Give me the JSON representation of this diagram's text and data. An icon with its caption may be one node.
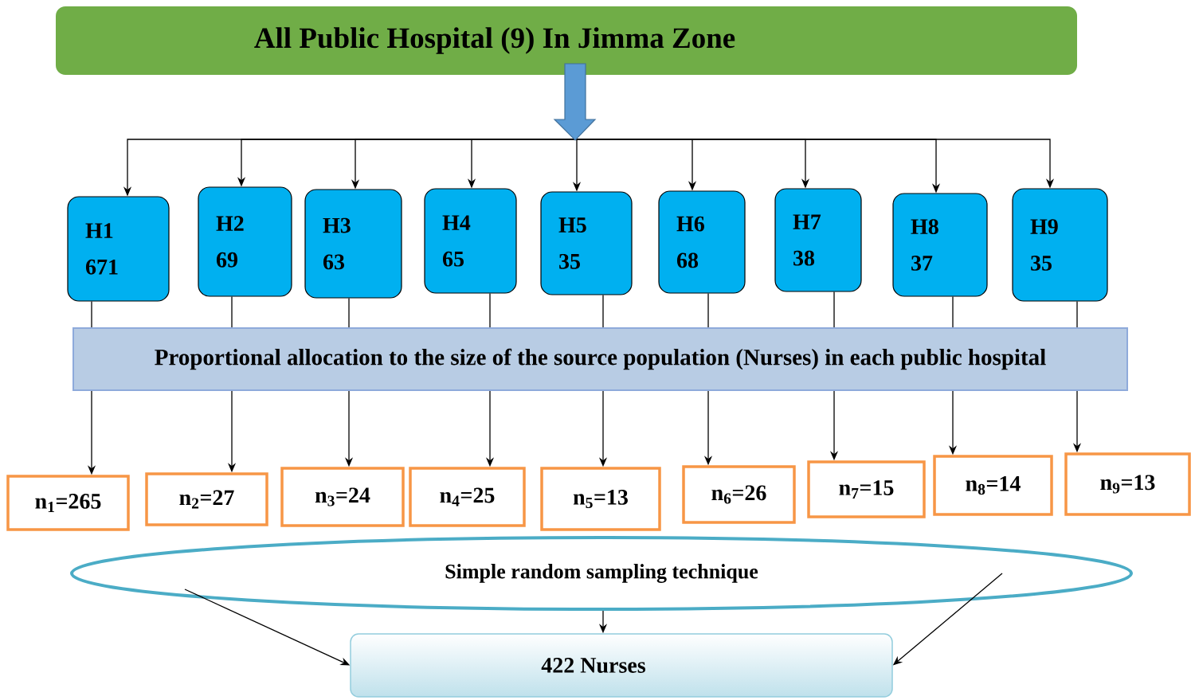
{
  "diagram": {
    "nodes": [
      {
        "text": [
          "All Public Hospital (9) In Jimma Zone"
        ]
      },
      {
        "text": [
          "H1",
          "671"
        ]
      },
      {
        "text": [
          "H2",
          "69"
        ]
      },
      {
        "text": [
          "H3",
          "63"
        ]
      },
      {
        "text": [
          "H4",
          "65"
        ]
      },
      {
        "text": [
          "H5",
          "35"
        ]
      },
      {
        "text": [
          "H6",
          "68"
        ]
      },
      {
        "text": [
          "H7",
          "38"
        ]
      },
      {
        "text": [
          "H8",
          "37"
        ]
      },
      {
        "text": [
          "H9",
          "35"
        ]
      },
      {
        "text": [
          "Proportional allocation to the size of the source population (Nurses) in each public hospital"
        ]
      },
      {
        "text": [
          "n$_{1}$=265"
        ]
      },
      {
        "text": [
          "n$_{2}$=27"
        ]
      },
      {
        "text": [
          "n$_{3}$=24"
        ]
      },
      {
        "text": [
          "n$_{4}$=25"
        ]
      },
      {
        "text": [
          "n$_{5}$=13"
        ]
      },
      {
        "text": [
          "n$_{6}$=26"
        ]
      },
      {
        "text": [
          "n$_{7}$=15"
        ]
      },
      {
        "text": [
          "n$_{8}$=14"
        ]
      },
      {
        "text": [
          "n$_{9}$=13"
        ]
      },
      {
        "text": [
          "Simple random sampling technique"
        ]
      },
      {
        "text": [
          "422 Nurses"
        ]
      }
    ],
    "edges": [
      {
        "from": 0,
        "to": 1,
        "arrow": "to"
      },
      {
        "from": 0,
        "to": 2,
        "arrow": "to"
      },
      {
        "from": 0,
        "to": 3,
        "arrow": "to"
      },
      {
        "from": 0,
        "to": 4,
        "arrow": "to"
      },
      {
        "from": 0,
        "to": 5,
        "arrow": "to"
      },
      {
        "from": 0,
        "to": 6,
        "arrow": "to"
      },
      {
        "from": 0,
        "to": 7,
        "arrow": "to"
      },
      {
        "from": 0,
        "to": 8,
        "arrow": "to"
      },
      {
        "from": 0,
        "to": 9,
        "arrow": "to"
      },
      {
        "from": 1,
        "to": 10,
        "arrow": "none"
      },
      {
        "from": 2,
        "to": 10,
        "arrow": "none"
      },
      {
        "from": 3,
        "to": 10,
        "arrow": "none"
      },
      {
        "from": 4,
        "to": 10,
        "arrow": "none"
      },
      {
        "from": 5,
        "to": 10,
        "arrow": "none"
      },
      {
        "from": 6,
        "to": 10,
        "arrow": "none"
      },
      {
        "from": 7,
        "to": 10,
        "arrow": "none"
      },
      {
        "from": 8,
        "to": 10,
        "arrow": "none"
      },
      {
        "from": 9,
        "to": 10,
        "arrow": "none"
      },
      {
        "from": 10,
        "to": 11,
        "arrow": "to"
      },
      {
        "from": 10,
        "to": 12,
        "arrow": "to"
      },
      {
        "from": 10,
        "to": 13,
        "arrow": "to"
      },
      {
        "from": 10,
        "to": 14,
        "arrow": "to"
      },
      {
        "from": 10,
        "to": 15,
        "arrow": "to"
      },
      {
        "from": 10,
        "to": 16,
        "arrow": "to"
      },
      {
        "from": 10,
        "to": 17,
        "arrow": "to"
      },
      {
        "from": 10,
        "to": 18,
        "arrow": "to"
      },
      {
        "from": 10,
        "to": 19,
        "arrow": "to"
      },
      {
        "from": 20,
        "to": 21,
        "arrow": "to"
      },
      {
        "from": 20,
        "to": 21,
        "arrow": "to"
      },
      {
        "from": 20,
        "to": 21,
        "arrow": "to"
      }
    ]
  }
}
